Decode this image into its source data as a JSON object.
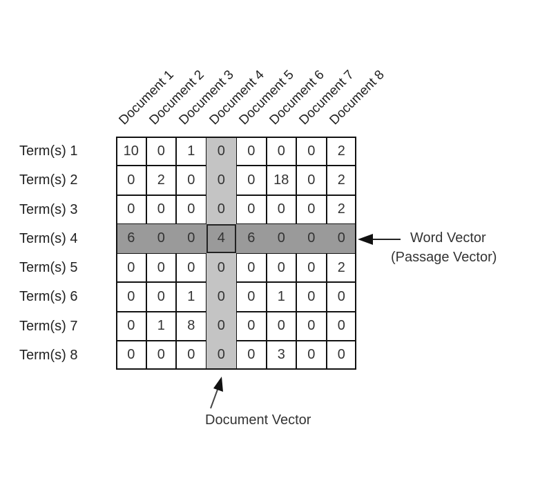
{
  "columns": [
    "Document 1",
    "Document 2",
    "Document 3",
    "Document 4",
    "Document 5",
    "Document 6",
    "Document 7",
    "Document 8"
  ],
  "rows": [
    "Term(s) 1",
    "Term(s) 2",
    "Term(s) 3",
    "Term(s) 4",
    "Term(s) 5",
    "Term(s) 6",
    "Term(s) 7",
    "Term(s) 8"
  ],
  "matrix": [
    [
      10,
      0,
      1,
      0,
      0,
      0,
      0,
      2
    ],
    [
      0,
      2,
      0,
      0,
      0,
      18,
      0,
      2
    ],
    [
      0,
      0,
      0,
      0,
      0,
      0,
      0,
      2
    ],
    [
      6,
      0,
      0,
      4,
      6,
      0,
      0,
      0
    ],
    [
      0,
      0,
      0,
      0,
      0,
      0,
      0,
      2
    ],
    [
      0,
      0,
      1,
      0,
      0,
      1,
      0,
      0
    ],
    [
      0,
      1,
      8,
      0,
      0,
      0,
      0,
      0
    ],
    [
      0,
      0,
      0,
      0,
      0,
      3,
      0,
      0
    ]
  ],
  "highlight": {
    "row_index": 3,
    "column_index": 3
  },
  "annotations": {
    "word_vector_line1": "Word Vector",
    "word_vector_line2": "(Passage Vector)",
    "document_vector": "Document Vector"
  },
  "colors": {
    "column_highlight": "#c4c4c4",
    "row_highlight": "#9a9a9a",
    "grid_line": "#111111"
  }
}
